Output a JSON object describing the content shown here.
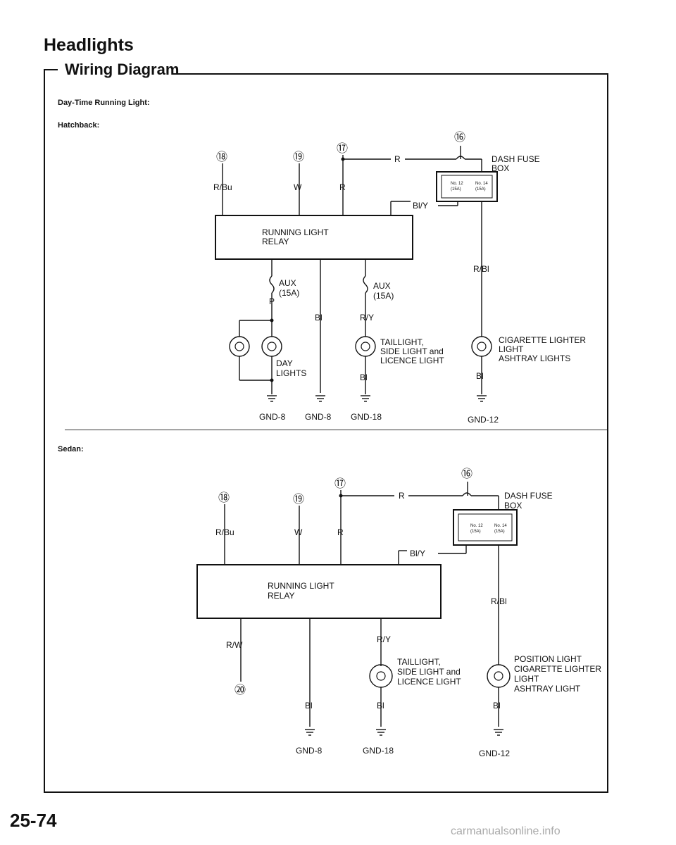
{
  "page": {
    "title": "Headlights",
    "subtitle": "Wiring Diagram",
    "page_number": "25-74",
    "watermark": "carmanualsonline.info"
  },
  "hatchback": {
    "section_label": "Day-Time Running Light:",
    "variant_label": "Hatchback:",
    "connectors": {
      "c18": "⑱",
      "c19": "⑲",
      "c17": "⑰",
      "c16": "⑯"
    },
    "wires": {
      "rbu": "R/Bu",
      "w": "W",
      "r_top": "R",
      "r_horiz": "R",
      "bly": "Bl/Y",
      "rbl": "R/Bl",
      "p": "P",
      "bl_mid": "Bl",
      "ry": "R/Y",
      "bl_tail": "Bl",
      "bl_cig": "Bl"
    },
    "fuse_box": {
      "label1": "DASH FUSE",
      "label2": "BOX",
      "fuse1": "No. 12",
      "fuse1_amp": "(15A)",
      "fuse2": "No. 14",
      "fuse2_amp": "(15A)"
    },
    "relay": {
      "line1": "RUNNING LIGHT",
      "line2": "RELAY"
    },
    "aux_left": {
      "line1": "AUX",
      "line2": "(15A)"
    },
    "aux_right": {
      "line1": "AUX",
      "line2": "(15A)"
    },
    "day_lights": {
      "line1": "DAY",
      "line2": "LIGHTS"
    },
    "taillight": {
      "line1": "TAILLIGHT,",
      "line2": "SIDE LIGHT and",
      "line3": "LICENCE LIGHT"
    },
    "cigarette": {
      "line1": "CIGARETTE LIGHTER",
      "line2": "LIGHT",
      "line3": "ASHTRAY LIGHTS"
    },
    "grounds": {
      "g1": "GND-8",
      "g2": "GND-8",
      "g3": "GND-18",
      "g4": "GND-12"
    }
  },
  "sedan": {
    "variant_label": "Sedan:",
    "connectors": {
      "c18": "⑱",
      "c19": "⑲",
      "c17": "⑰",
      "c16": "⑯",
      "c20": "⑳"
    },
    "wires": {
      "rbu": "R/Bu",
      "w": "W",
      "r_top": "R",
      "r_horiz": "R",
      "bly": "Bl/Y",
      "rbl": "R/Bl",
      "rw": "R/W",
      "ry": "R/Y",
      "bl_mid": "Bl",
      "bl_tail": "Bl",
      "bl_pos": "Bl"
    },
    "fuse_box": {
      "label1": "DASH FUSE",
      "label2": "BOX",
      "fuse1": "No. 12",
      "fuse1_amp": "(15A)",
      "fuse2": "No. 14",
      "fuse2_amp": "(15A)"
    },
    "relay": {
      "line1": "RUNNING LIGHT",
      "line2": "RELAY"
    },
    "taillight": {
      "line1": "TAILLIGHT,",
      "line2": "SIDE LIGHT and",
      "line3": "LICENCE LIGHT"
    },
    "position": {
      "line1": "POSITION LIGHT",
      "line2": "CIGARETTE LIGHTER",
      "line3": "LIGHT",
      "line4": "ASHTRAY LIGHT"
    },
    "grounds": {
      "g1": "GND-8",
      "g2": "GND-18",
      "g3": "GND-12"
    }
  }
}
